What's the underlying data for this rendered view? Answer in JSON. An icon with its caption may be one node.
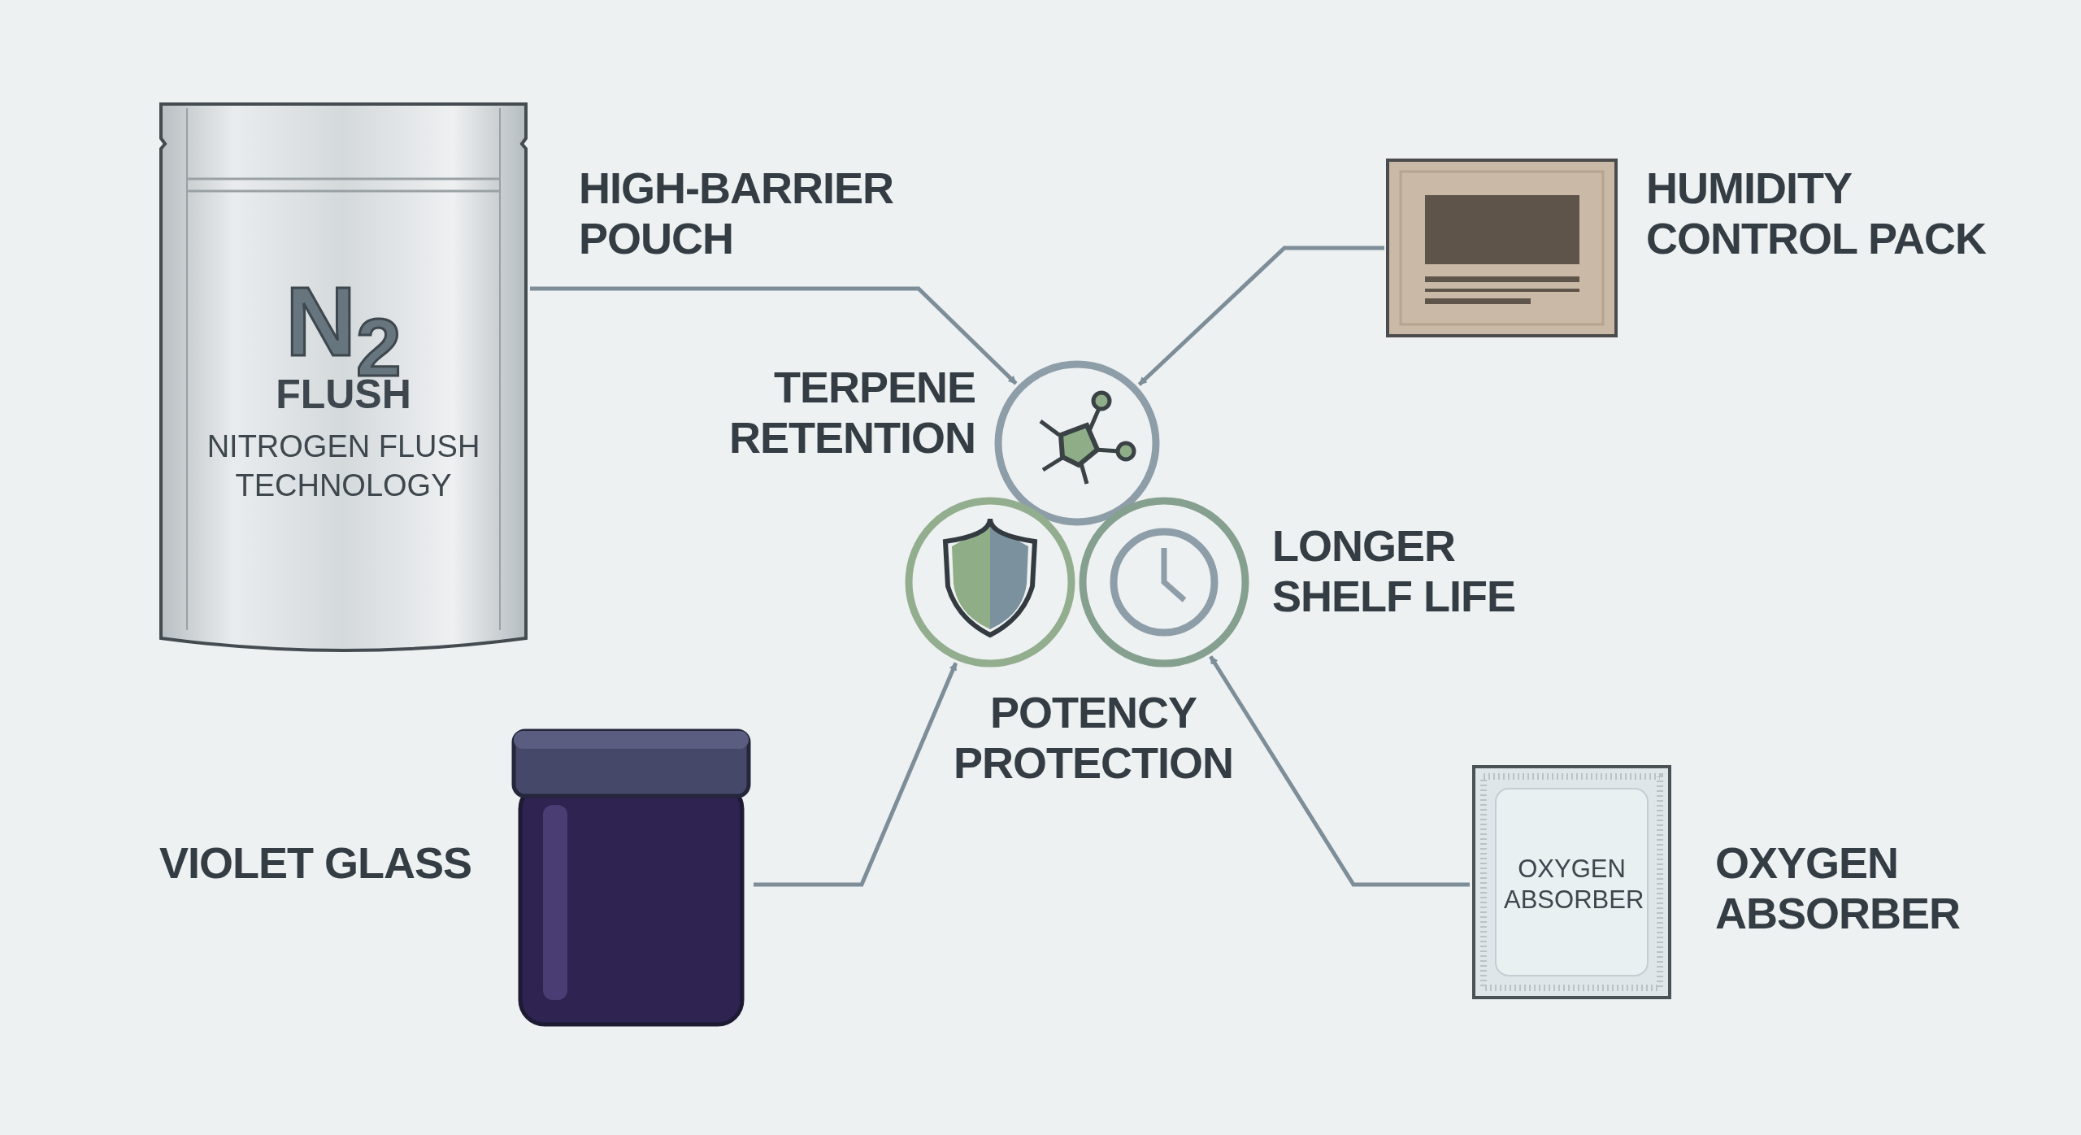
{
  "diagram": {
    "nodes": [
      {
        "text": [
          "N$_{2}$",
          "FLUSH",
          "NITROGEN FLUSH TECHNOLOGY"
        ],
        "beside": [
          "HIGH-BARRIER POUCH"
        ]
      },
      {
        "text": [],
        "shape": "picture",
        "beside": [
          "HUMIDITY CONTROL PACK"
        ]
      },
      {
        "text": [],
        "shape": "circle",
        "beside": [
          "TERPENE RETENTION"
        ]
      },
      {
        "text": [],
        "shape": "circle",
        "beside": [
          "POTENCY PROTECTION"
        ]
      },
      {
        "text": [],
        "shape": "circle",
        "beside": [
          "LONGER SHELF LIFE"
        ]
      },
      {
        "text": [],
        "shape": "picture",
        "beside": [
          "VIOLET GLASS"
        ]
      },
      {
        "text": [
          "OXYGEN ABSORBER"
        ],
        "beside": [
          "OXYGEN ABSORBER"
        ]
      }
    ],
    "edges": [
      {
        "from": 0,
        "to": 2,
        "arrow": "to"
      },
      {
        "from": 1,
        "to": 2,
        "arrow": "to"
      },
      {
        "from": 5,
        "to": 3,
        "arrow": "to"
      },
      {
        "from": 6,
        "to": 4,
        "arrow": "to"
      }
    ]
  }
}
